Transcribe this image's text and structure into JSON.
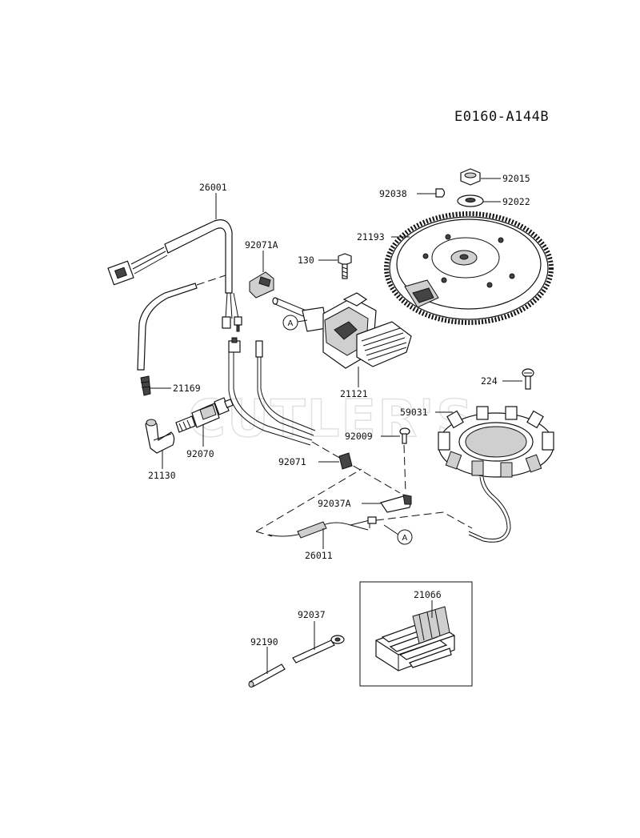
{
  "diagram_code": "E0160-A144B",
  "watermark": "CUTLER'S",
  "ref_marker": "A",
  "parts": {
    "p26001": "26001",
    "p92071A": "92071A",
    "p130": "130",
    "p92038": "92038",
    "p92015": "92015",
    "p92022": "92022",
    "p21193": "21193",
    "p21169": "21169",
    "p21121": "21121",
    "p224": "224",
    "p59031": "59031",
    "p92009": "92009",
    "p21130": "21130",
    "p92070": "92070",
    "p92071": "92071",
    "p92037A": "92037A",
    "p26011": "26011",
    "p21066": "21066",
    "p92037": "92037",
    "p92190": "92190"
  }
}
